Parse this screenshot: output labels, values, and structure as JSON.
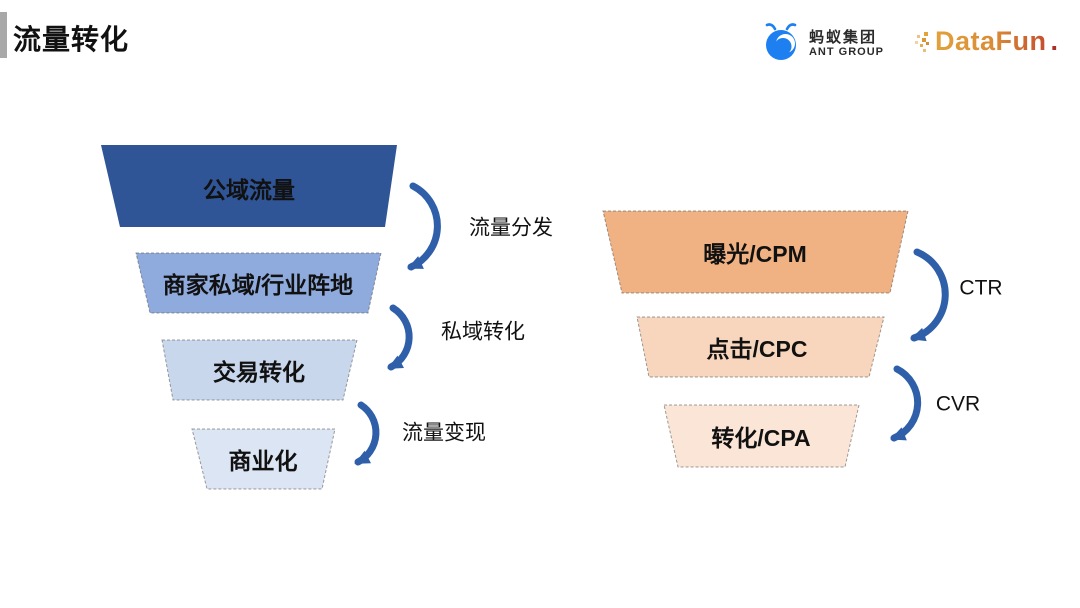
{
  "slide_title": "流量转化",
  "logos": {
    "ant_group": {
      "cn": "蚂蚁集团",
      "en": "ANT GROUP"
    },
    "datafun": {
      "text": "DataFun",
      "suffix": "."
    }
  },
  "left_funnel": {
    "stages": [
      {
        "label": "公域流量",
        "fill": "#2F5597"
      },
      {
        "label": "商家私域/行业阵地",
        "fill": "#8FAADC"
      },
      {
        "label": "交易转化",
        "fill": "#C9D7ED"
      },
      {
        "label": "商业化",
        "fill": "#DCE5F3"
      }
    ],
    "arrows": [
      {
        "label": "流量分发"
      },
      {
        "label": "私域转化"
      },
      {
        "label": "流量变现"
      }
    ]
  },
  "right_funnel": {
    "stages": [
      {
        "label": "曝光/CPM",
        "fill": "#F0B183"
      },
      {
        "label": "点击/CPC",
        "fill": "#F8D6BD"
      },
      {
        "label": "转化/CPA",
        "fill": "#FBE5D6"
      }
    ],
    "arrows": [
      {
        "label": "CTR"
      },
      {
        "label": "CVR"
      }
    ]
  },
  "colors": {
    "arrow": "#2E5FA8",
    "ant_blue": "#1E80F0",
    "datafun_orange": "#E2A23C",
    "datafun_red": "#C44F2E",
    "title_bar_gray": "#A8A8A8"
  }
}
